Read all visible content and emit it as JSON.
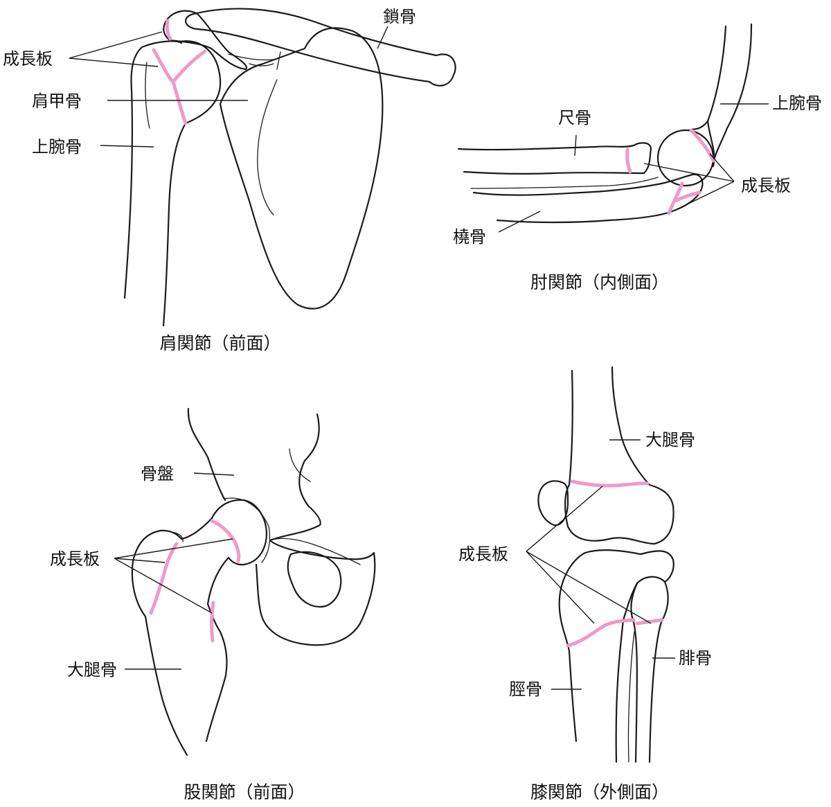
{
  "colors": {
    "bone_outline": "#1a1a1a",
    "growth_plate": "#ef9ac8",
    "background": "#ffffff"
  },
  "shoulder": {
    "caption": "肩関節（前面）",
    "labels": {
      "clavicle": "鎖骨",
      "growth_plate": "成長板",
      "scapula": "肩甲骨",
      "humerus": "上腕骨"
    }
  },
  "elbow": {
    "caption": "肘関節（内側面）",
    "labels": {
      "humerus": "上腕骨",
      "ulna": "尺骨",
      "growth_plate": "成長板",
      "radius": "橈骨"
    }
  },
  "hip": {
    "caption": "股関節（前面）",
    "labels": {
      "pelvis": "骨盤",
      "growth_plate": "成長板",
      "femur": "大腿骨"
    }
  },
  "knee": {
    "caption": "膝関節（外側面）",
    "labels": {
      "femur": "大腿骨",
      "growth_plate": "成長板",
      "fibula": "腓骨",
      "tibia": "脛骨"
    }
  }
}
